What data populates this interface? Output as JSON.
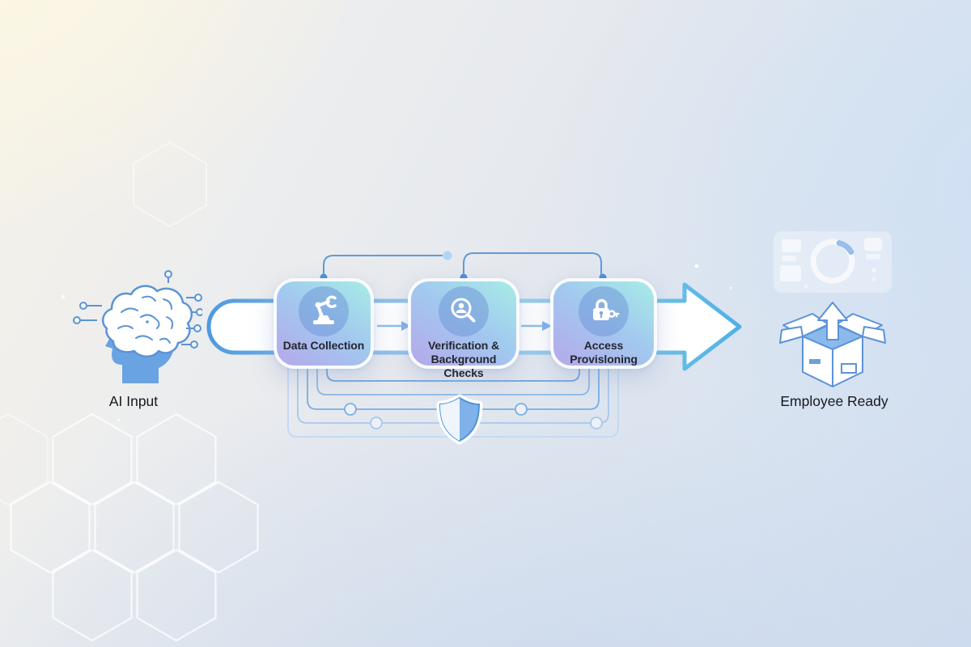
{
  "diagram": {
    "input": {
      "label": "AI Input",
      "icon": "brain-circuit-icon"
    },
    "output": {
      "label": "Employee Ready",
      "icon": "open-box-icon"
    },
    "steps": [
      {
        "label": "Data Collection",
        "icon": "robot-arm-icon"
      },
      {
        "label": "Verification & Background Checks",
        "icon": "magnifier-person-icon"
      },
      {
        "label": "Access Provisloning",
        "icon": "padlock-key-icon"
      }
    ],
    "colors": {
      "card_teal": "#a7ece6",
      "card_blue": "#a2c8ef",
      "card_purple": "#b5a8ea",
      "connector_blue": "#5f9bd8",
      "arrow_outline_blue": "#4f9ade",
      "arrow_outline_cyan": "#4fb0e4",
      "icon_blue": "#5b93d6",
      "head_fill_blue": "#6aa3e2"
    }
  }
}
